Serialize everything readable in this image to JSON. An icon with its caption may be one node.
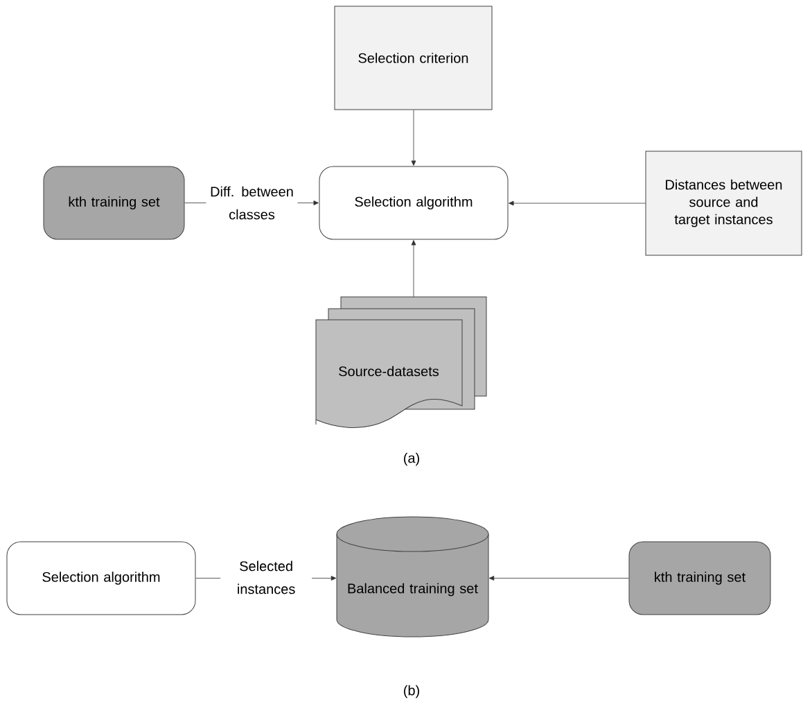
{
  "diagram": {
    "nodes": [
      {
        "text": [
          "Selection criterion"
        ]
      },
      {
        "text": [
          "kth training set"
        ]
      },
      {
        "text": [
          "Selection algorithm"
        ]
      },
      {
        "text": [
          "Distances between source and target instances"
        ]
      },
      {
        "text": [
          "Source-datasets"
        ]
      },
      {
        "text": [
          "Selection algorithm"
        ]
      },
      {
        "text": [
          "Balanced training set"
        ]
      },
      {
        "text": [
          "kth training set"
        ]
      }
    ],
    "edges": [
      {
        "from": 0,
        "to": 2,
        "arrow": "to"
      },
      {
        "from": 1,
        "to": 2,
        "arrow": "to",
        "label": "Diff. between classes"
      },
      {
        "from": 3,
        "to": 2,
        "arrow": "to"
      },
      {
        "from": 4,
        "to": 2,
        "arrow": "to"
      },
      {
        "from": 5,
        "to": 6,
        "arrow": "to",
        "label": "Selected instances"
      },
      {
        "from": 7,
        "to": 6,
        "arrow": "to"
      }
    ],
    "labels": [
      "(a)",
      "(b)"
    ]
  }
}
